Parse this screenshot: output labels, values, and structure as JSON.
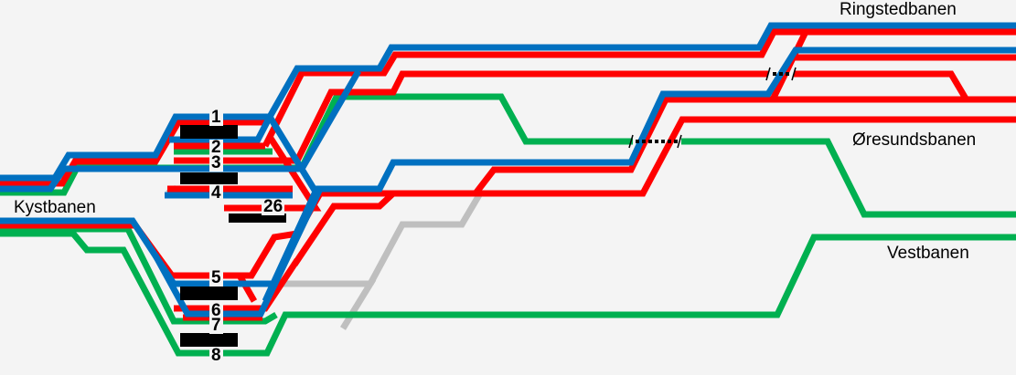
{
  "colors": {
    "red": "#ff0000",
    "blue": "#0070c0",
    "green": "#00b050",
    "gray": "#bfbfbf",
    "background": "#f4f4f4"
  },
  "line_labels": {
    "ringsted": "Ringstedbanen",
    "oresund": "Øresundsbanen",
    "vest": "Vestbanen",
    "kyst": "Kystbanen"
  },
  "platforms": [
    "1",
    "2",
    "3",
    "4",
    "26",
    "5",
    "6",
    "7",
    "8"
  ]
}
